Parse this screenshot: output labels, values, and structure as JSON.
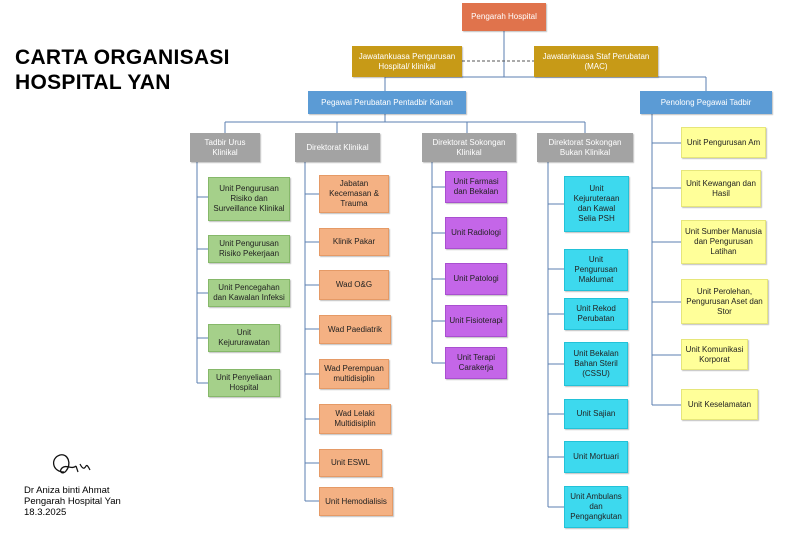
{
  "title": {
    "line1": "CARTA ORGANISASI",
    "line2": "HOSPITAL YAN"
  },
  "top": {
    "director": "Pengarah Hospital",
    "committee_left": "Jawatankuasa Pengurusan Hospital/ klinikal",
    "committee_right": "Jawatankuasa Staf Perubatan (MAC)",
    "deputy_medical": "Pegawai Perubatan Pentadbir Kanan",
    "deputy_admin": "Penolong Pegawai Tadbir"
  },
  "divisions": {
    "tadbir": {
      "head": "Tadbir Urus Klinikal",
      "units": [
        "Unit Pengurusan Risiko dan Surveillance Klinikal",
        "Unit Pengurusan Risiko Pekerjaan",
        "Unit Pencegahan dan Kawalan Infeksi",
        "Unit Kejururawatan",
        "Unit Penyeliaan Hospital"
      ]
    },
    "klinikal": {
      "head": "Direktorat Klinikal",
      "units": [
        "Jabatan Kecemasan & Trauma",
        "Klinik Pakar",
        "Wad O&G",
        "Wad Paediatrik",
        "Wad Perempuan multidisiplin",
        "Wad Lelaki Multidisiplin",
        "Unit ESWL",
        "Unit Hemodialisis"
      ]
    },
    "sokongan": {
      "head": "Direktorat Sokongan Klinikal",
      "units": [
        "Unit Farmasi dan Bekalan",
        "Unit Radiologi",
        "Unit Patologi",
        "Unit Fisioterapi",
        "Unit Terapi Carakerja"
      ]
    },
    "bukan": {
      "head": "Direktorat Sokongan Bukan Klinikal",
      "units": [
        "Unit Kejuruteraan dan Kawal Selia PSH",
        "Unit Pengurusan Maklumat",
        "Unit Rekod Perubatan",
        "Unit Bekalan Bahan Steril (CSSU)",
        "Unit Sajian",
        "Unit Mortuari",
        "Unit Ambulans dan Pengangkutan"
      ]
    },
    "admin": {
      "units": [
        "Unit Pengurusan Am",
        "Unit Kewangan dan Hasil",
        "Unit Sumber Manusia dan Pengurusan Latihan",
        "Unit Perolehan, Pengurusan Aset dan Stor",
        "Unit Komunikasi Korporat",
        "Unit Keselamatan"
      ]
    }
  },
  "signature": {
    "name": "Dr Aniza binti Ahmat",
    "position": "Pengarah Hospital Yan",
    "date": "18.3.2025"
  },
  "colors": {
    "director": "#e0734c",
    "committee": "#c79a17",
    "deputy": "#5b9bd5",
    "division_head": "#a3a3a3",
    "tadbir_units": "#a5d08a",
    "klinikal_units": "#f4b183",
    "sokongan_units": "#c466e8",
    "bukan_units": "#3dd9ee",
    "admin_units": "#ffff99"
  }
}
